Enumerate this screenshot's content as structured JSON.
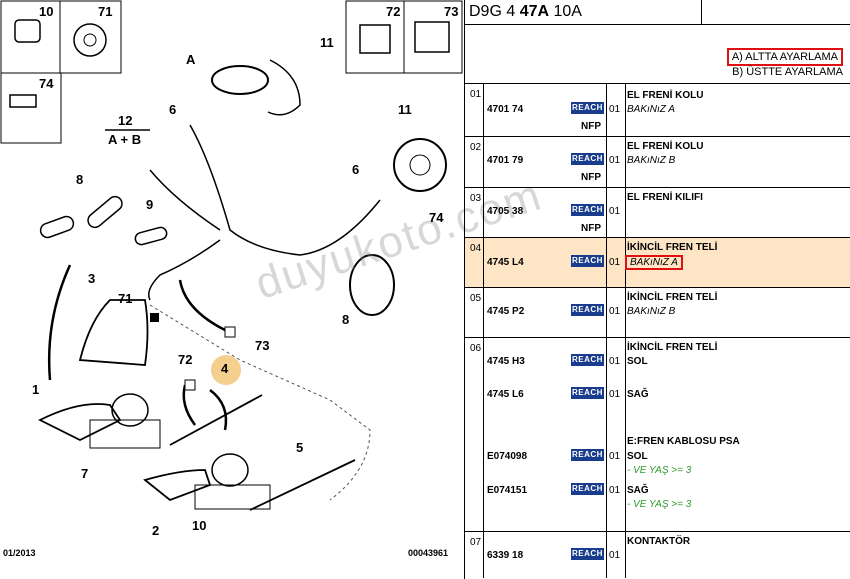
{
  "diagram": {
    "boxes": [
      "10",
      "71",
      "74",
      "72",
      "73"
    ],
    "callouts": [
      "A",
      "11",
      "6",
      "12",
      "A + B",
      "11",
      "6",
      "74",
      "8",
      "9",
      "3",
      "71",
      "7",
      "1",
      "72",
      "4",
      "73",
      "5",
      "2",
      "10",
      "8"
    ],
    "footer_left": "01/2013",
    "footer_right": "00043961",
    "watermark": "duyukoto.com"
  },
  "header": {
    "code_prefix": "D9G 4 ",
    "code_bold": "47A",
    "code_suffix": " 10A"
  },
  "options": {
    "a": "A) ALTTA AYARLAMA",
    "b": "B) ÜSTTE AYARLAMA"
  },
  "rows": [
    {
      "n": "01",
      "items": [
        {
          "ref": "4701 74",
          "reach": "REACH",
          "qty": "01",
          "nfp": "NFP"
        }
      ],
      "desc": "EL FRENİ KOLU",
      "sub": "BAKıNıZ A"
    },
    {
      "n": "02",
      "items": [
        {
          "ref": "4701 79",
          "reach": "REACH",
          "qty": "01",
          "nfp": "NFP"
        }
      ],
      "desc": "EL FRENİ KOLU",
      "sub": "BAKıNıZ B"
    },
    {
      "n": "03",
      "items": [
        {
          "ref": "4705 38",
          "reach": "REACH",
          "qty": "01",
          "nfp": "NFP"
        }
      ],
      "desc": "EL FRENİ KILIFI",
      "sub": ""
    },
    {
      "n": "04",
      "items": [
        {
          "ref": "4745 L4",
          "reach": "REACH",
          "qty": "01"
        }
      ],
      "desc": "İKİNCİL FREN TELİ",
      "sub": "BAKıNıZ A"
    },
    {
      "n": "05",
      "items": [
        {
          "ref": "4745 P2",
          "reach": "REACH",
          "qty": "01"
        }
      ],
      "desc": "İKİNCİL FREN TELİ",
      "sub": "BAKıNıZ B"
    },
    {
      "n": "06",
      "desc": "İKİNCİL FREN TELİ",
      "lines": [
        {
          "ref": "4745 H3",
          "reach": "REACH",
          "qty": "01",
          "text": "SOL"
        },
        {
          "ref": "4745 L6",
          "reach": "REACH",
          "qty": "01",
          "text": "SAĞ"
        },
        {
          "heading": "E:FREN KABLOSU PSA"
        },
        {
          "ref": "E074098",
          "reach": "REACH",
          "qty": "01",
          "text": "SOL",
          "note": "- VE YAŞ >= 3"
        },
        {
          "ref": "E074151",
          "reach": "REACH",
          "qty": "01",
          "text": "SAĞ",
          "note": "- VE YAŞ >= 3"
        }
      ]
    },
    {
      "n": "07",
      "items": [
        {
          "ref": "6339 18",
          "reach": "REACH",
          "qty": "01"
        }
      ],
      "desc": "KONTAKTÖR",
      "sub": ""
    }
  ]
}
